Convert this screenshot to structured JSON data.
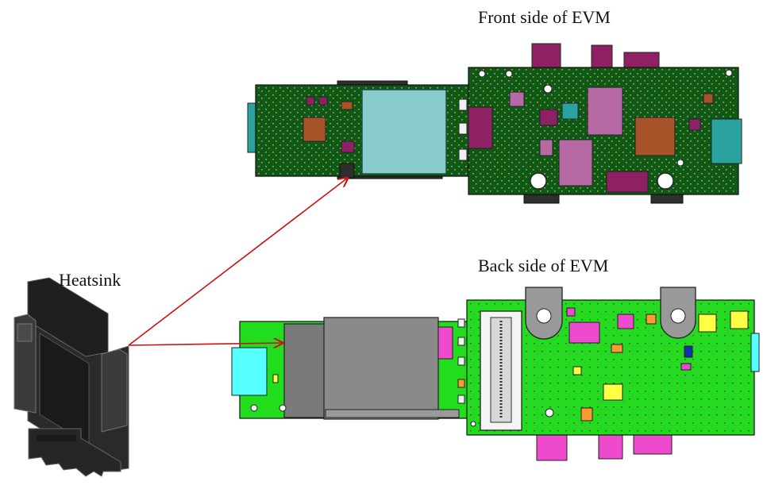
{
  "labels": {
    "front": "Front side of EVM",
    "back": "Back side of EVM",
    "heatsink": "Heatsink"
  },
  "colors": {
    "front_pcb": "#0e5a14",
    "back_pcb": "#22dd1e",
    "heatsink": "#1f1f1f",
    "arrow": "#cc1111",
    "magenta": "#8e2163",
    "copper": "#a8532a",
    "teal": "#2aa3a0",
    "cyan_pad": "#88cdcb",
    "pink": "#ee4acd",
    "yellow": "#ffff44",
    "gray_sink": "#8a8a8a"
  }
}
